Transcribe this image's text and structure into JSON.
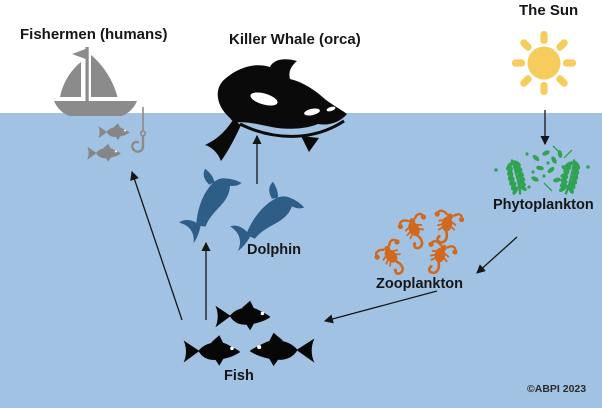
{
  "labels": {
    "fishermen": "Fishermen (humans)",
    "killer_whale": "Killer Whale (orca)",
    "sun": "The Sun",
    "phytoplankton": "Phytoplankton",
    "zooplankton": "Zooplankton",
    "dolphin": "Dolphin",
    "fish": "Fish"
  },
  "copyright": "©ABPI 2023",
  "colors": {
    "sky": "#FFFFFF",
    "water": "#A2C2E4",
    "sun_yellow": "#F6CD5C",
    "phytoplankton_green": "#2FA351",
    "zooplankton_orange": "#D0691E",
    "dolphin_blue": "#2E5D87",
    "boat_gray": "#8B8B8B",
    "ink_black": "#0A0A0A"
  },
  "food_chain_arrows": [
    {
      "from": "sun",
      "to": "phytoplankton"
    },
    {
      "from": "phytoplankton",
      "to": "zooplankton"
    },
    {
      "from": "zooplankton",
      "to": "fish"
    },
    {
      "from": "fish",
      "to": "dolphin"
    },
    {
      "from": "fish",
      "to": "fishermen"
    },
    {
      "from": "dolphin",
      "to": "killer_whale"
    }
  ],
  "icons": [
    "sun-icon",
    "phytoplankton-icon",
    "zooplankton-icon",
    "fish-icon",
    "dolphin-icon",
    "killer-whale-icon",
    "sailboat-icon",
    "fishing-hook-icon",
    "caught-fish-icon"
  ]
}
